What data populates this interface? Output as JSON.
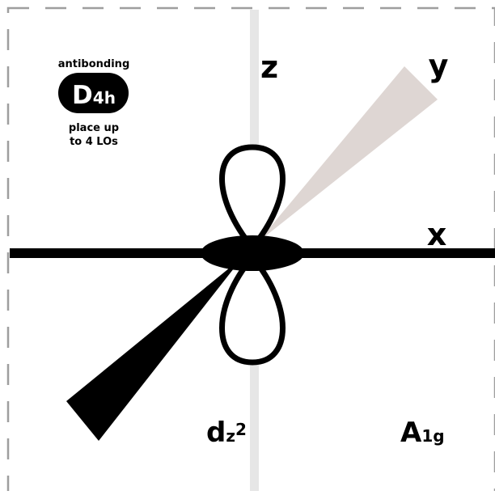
{
  "card": {
    "top_label": "antibonding",
    "badge": {
      "main": "D",
      "sub": "4h"
    },
    "instruction_line1": "place up",
    "instruction_line2": "to 4 LOs"
  },
  "axes": {
    "z_label": "z",
    "y_label": "y",
    "x_label": "x"
  },
  "orbital": {
    "name_main": "d",
    "name_sub": "z",
    "name_sup": "2",
    "symmetry_main": "A",
    "symmetry_sub": "1g",
    "icon": "dz2-orbital-shape"
  },
  "colors": {
    "ink": "#000000",
    "border_dash": "#9e9e9e",
    "z_axis": "#e6e6e6",
    "y_axis_wedge": "#ded6d3",
    "background": "#ffffff"
  }
}
